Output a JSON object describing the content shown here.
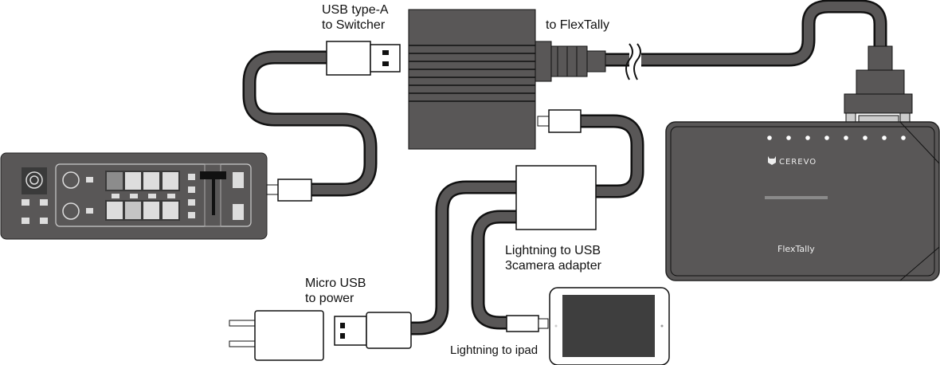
{
  "labels": {
    "usb_a_line1": "USB type-A",
    "usb_a_line2": "to Switcher",
    "to_flextally": "to FlexTally",
    "adapter_line1": "Lightning to USB",
    "adapter_line2": "3camera adapter",
    "micro_usb_line1": "Micro USB",
    "micro_usb_line2": "to power",
    "lightning_ipad": "Lightning to ipad"
  },
  "device": {
    "brand": "CEREVO",
    "name": "FlexTally"
  },
  "colors": {
    "device_body": "#595757",
    "cable": "#595757",
    "outline": "#111111",
    "plug": "#ffffff"
  }
}
